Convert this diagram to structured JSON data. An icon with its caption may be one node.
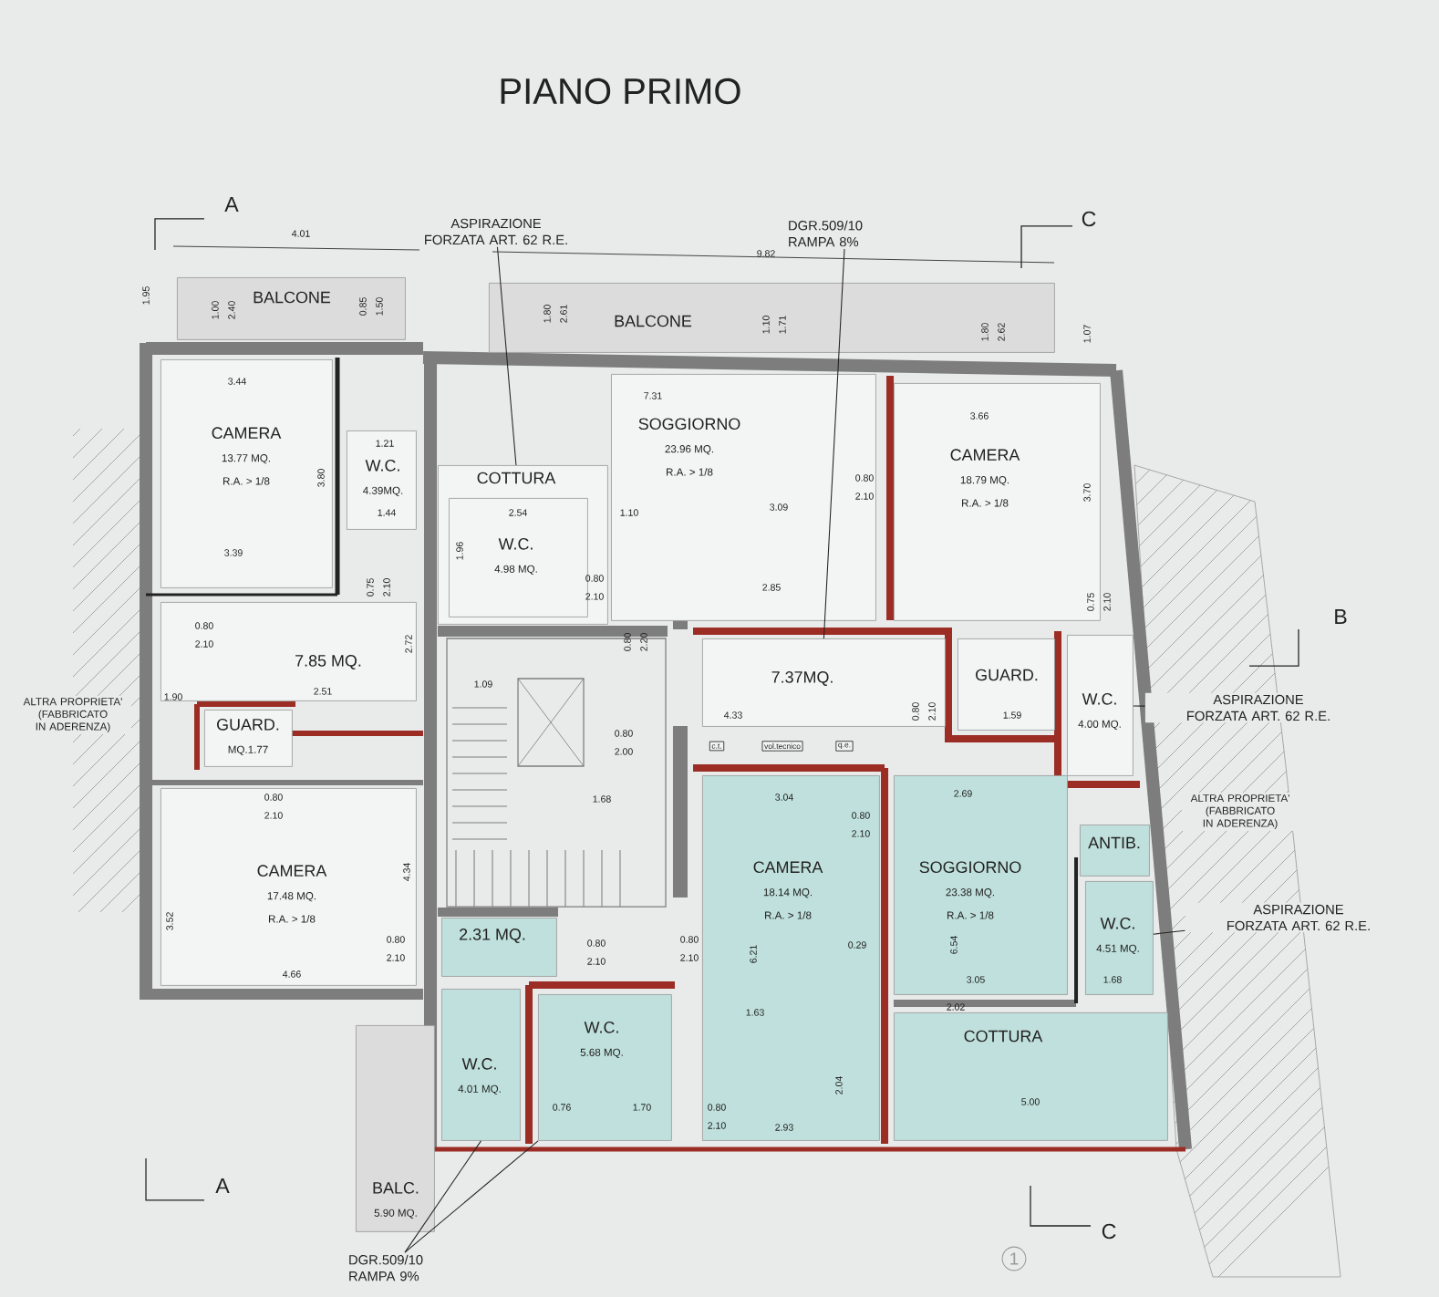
{
  "diagram": {
    "title": "PIANO PRIMO",
    "nodes": [
      {
        "text": [
          "CAMERA",
          "13.77 MQ.",
          "R.A. > 1/8"
        ]
      },
      {
        "text": [
          "W.C.",
          "4.39MQ."
        ]
      },
      {
        "text": [
          "BALCONE"
        ]
      },
      {
        "text": [
          "BALCONE"
        ]
      },
      {
        "text": [
          "SOGGIORNO",
          "23.96 MQ.",
          "R.A. > 1/8"
        ]
      },
      {
        "text": [
          "COTTURA"
        ]
      },
      {
        "text": [
          "W.C.",
          "4.98 MQ."
        ],
        "in": 5
      },
      {
        "text": [
          "CAMERA",
          "18.79 MQ.",
          "R.A. > 1/8"
        ]
      },
      {
        "text": [
          "7.85 MQ."
        ]
      },
      {
        "text": [
          "GUARD.",
          "MQ.1.77"
        ]
      },
      {
        "text": [
          "7.37MQ."
        ]
      },
      {
        "text": [
          "GUARD."
        ]
      },
      {
        "text": [
          "W.C.",
          "4.00 MQ."
        ]
      },
      {
        "text": [
          "CAMERA",
          "17.48 MQ.",
          "R.A. > 1/8"
        ]
      },
      {
        "text": [
          "2.31 MQ."
        ]
      },
      {
        "text": [
          "W.C.",
          "4.01 MQ."
        ]
      },
      {
        "text": [
          "W.C.",
          "5.68 MQ."
        ]
      },
      {
        "text": [
          "CAMERA",
          "18.14 MQ.",
          "R.A. > 1/8"
        ]
      },
      {
        "text": [
          "SOGGIORNO",
          "23.38 MQ.",
          "R.A. > 1/8"
        ]
      },
      {
        "text": [
          "ANTIB."
        ]
      },
      {
        "text": [
          "W.C.",
          "4.51 MQ."
        ]
      },
      {
        "text": [
          "COTTURA"
        ]
      },
      {
        "text": [
          "BALC.",
          "5.90 MQ."
        ]
      },
      {
        "text": [
          "ASPIRAZIONE FORZATA ART. 62 R.E."
        ]
      },
      {
        "text": [
          "DGR.509/10 RAMPA 8%"
        ]
      },
      {
        "text": [
          "DGR.509/10 RAMPA 9%"
        ]
      },
      {
        "text": [
          "ASPIRAZIONE FORZATA ART. 62 R.E."
        ]
      },
      {
        "text": [
          "ASPIRAZIONE FORZATA ART. 62 R.E."
        ]
      }
    ],
    "edges": [
      {
        "from": 23,
        "to": 5,
        "arrow": "none"
      },
      {
        "from": 24,
        "to": 10,
        "arrow": "none"
      },
      {
        "from": 25,
        "to": 15,
        "arrow": "none"
      },
      {
        "from": 25,
        "to": 16,
        "arrow": "none"
      },
      {
        "from": 26,
        "to": 12,
        "arrow": "none"
      },
      {
        "from": 27,
        "to": 20,
        "arrow": "none"
      }
    ],
    "labels": [
      "A",
      "C",
      "4.01",
      "9.82",
      "1.95",
      "1.00",
      "2.40",
      "0.85",
      "1.50",
      "1.80",
      "2.61",
      "1.10",
      "1.71",
      "1.80",
      "2.62",
      "1.07",
      "3.44",
      "7.31",
      "3.66",
      "1.21",
      "3.80",
      "0.80",
      "2.10",
      "3.70",
      "1.44",
      "2.54",
      "1.10",
      "3.09",
      "1.96",
      "3.39",
      "0.75",
      "2.10",
      "0.80",
      "2.10",
      "2.85",
      "0.75",
      "2.10",
      "0.80",
      "2.10",
      "2.72",
      "0.80",
      "2.20",
      "1.90",
      "2.51",
      "1.09",
      "4.33",
      "0.80",
      "2.10",
      "1.59",
      "0.80",
      "2.00",
      "c.t.",
      "vol.tecnico",
      "q.e.",
      "0.80",
      "2.10",
      "1.68",
      "3.04",
      "2.69",
      "0.80",
      "2.10",
      "4.34",
      "3.52",
      "0.80",
      "2.10",
      "0.80",
      "2.10",
      "0.80",
      "2.10",
      "6.21",
      "0.29",
      "6.54",
      "4.66",
      "3.05",
      "1.68",
      "1.63",
      "2.02",
      "2.04",
      "0.76",
      "1.70",
      "0.80",
      "5.00",
      "2.10",
      "2.93",
      "A",
      "C",
      "B",
      "1",
      "ALTRA PROPRIETA' (FABBRICATO IN ADERENZA)",
      "ALTRA PROPRIETA' (FABBRICATO IN ADERENZA)"
    ]
  }
}
